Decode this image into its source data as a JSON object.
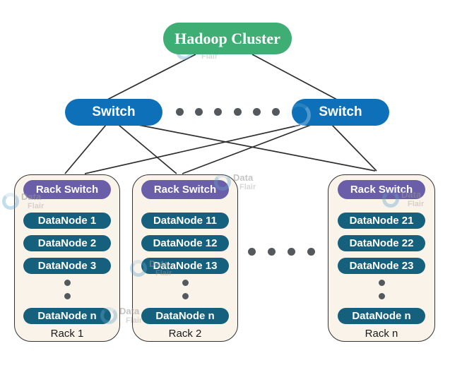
{
  "diagram": {
    "cluster_label": "Hadoop Cluster",
    "switch_left_label": "Switch",
    "switch_right_label": "Switch",
    "racks": [
      {
        "switch_label": "Rack Switch",
        "nodes": [
          "DataNode 1",
          "DataNode 2",
          "DataNode 3"
        ],
        "last_node": "DataNode n",
        "caption": "Rack 1"
      },
      {
        "switch_label": "Rack Switch",
        "nodes": [
          "DataNode 11",
          "DataNode 12",
          "DataNode 13"
        ],
        "last_node": "DataNode n",
        "caption": "Rack 2"
      },
      {
        "switch_label": "Rack Switch",
        "nodes": [
          "DataNode 21",
          "DataNode 22",
          "DataNode 23"
        ],
        "last_node": "DataNode n",
        "caption": "Rack n"
      }
    ],
    "watermark": {
      "line1": "Data",
      "line2": "Flair"
    },
    "colors": {
      "cluster": "#3fae75",
      "switch": "#0d70b8",
      "rack_switch": "#6a5ea9",
      "datanode": "#15607c",
      "rack_bg": "#faf3ea",
      "rack_border": "#333333",
      "line": "#2e2e2e",
      "dot": "#53595d"
    }
  }
}
